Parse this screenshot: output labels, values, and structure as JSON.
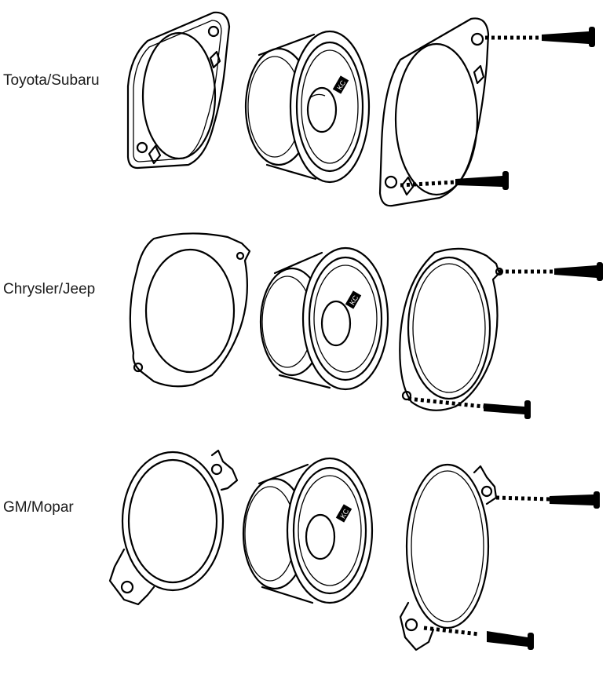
{
  "rows": [
    {
      "label": "Toyota/Subaru"
    },
    {
      "label": "Chrysler/Jeep"
    },
    {
      "label": "GM/Mopar"
    }
  ],
  "speaker_logo_text": "KC"
}
